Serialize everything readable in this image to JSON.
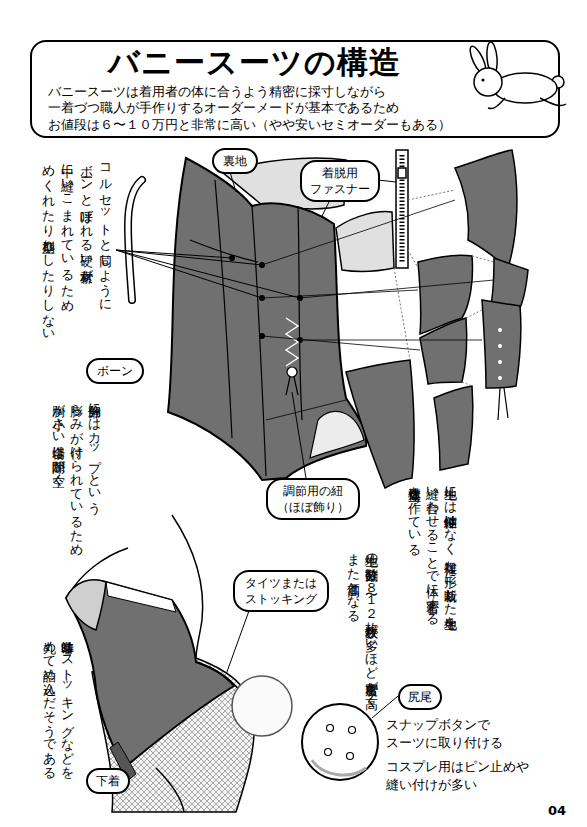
{
  "diagram": {
    "title": "バニースーツの構造",
    "nodes": [
      {
        "text": [
          "バニースーツは着用者の体に合うよう精密に採寸しながら 一着づつ職人が手作りするオーダーメードが基本であるため お値段は６〜１０万円と非常に高い（やや安いセミオーダーもある）"
        ]
      },
      {
        "text": [
          "裏地"
        ]
      },
      {
        "text": [
          "着脱用 ファスナー"
        ]
      },
      {
        "text": [
          "ボーン"
        ]
      },
      {
        "text": [
          "調節用の紐 （ほぼ飾り）"
        ]
      },
      {
        "text": [
          "タイツまたは ストッキング"
        ]
      },
      {
        "text": [
          "尻尾"
        ]
      },
      {
        "text": [
          "下着"
        ]
      }
    ],
    "labels": [
      "コルセットと同じように ボーンと呼ばれる硬い素材が 中に縫いこまれているため めくれたり型崩れしたりしない",
      "胸部分にはカップという 膨らみが付けられているため 胸が小さい場合は隙間が空く",
      "非常時はストッキングなどを 丸めて詰め込んだそうである",
      "生地には伸縮性はなく 複雑な形に裁断した生地を 縫い合わせることで体に密着する 立体構造を作っている",
      "生地の分割数は８〜１２枚 枚数が多いほど密着度が高く また高価となる",
      "スナップボタンで スーツに取り付ける",
      "コスプレ用はピン止めや 縫い付けが多い",
      "04"
    ]
  }
}
